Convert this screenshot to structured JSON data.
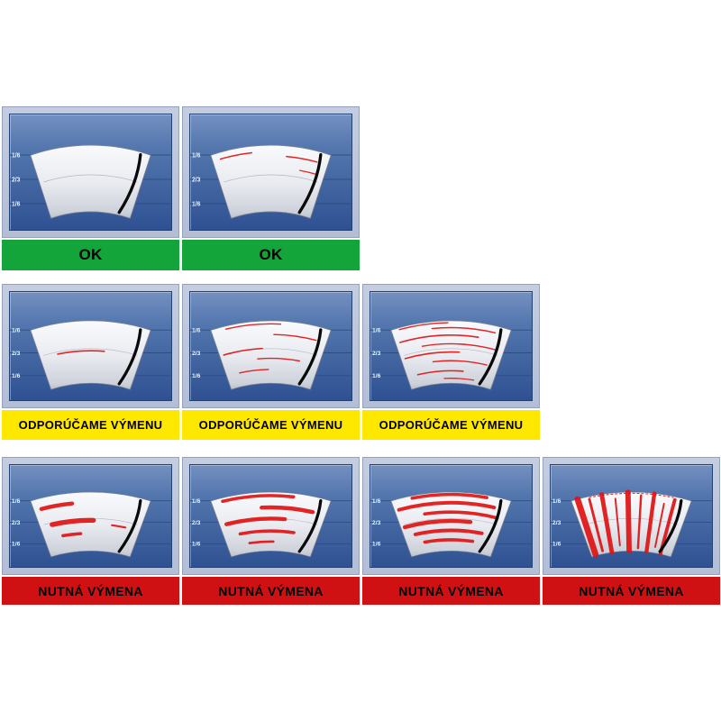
{
  "tick_labels": [
    "1/6",
    "2/3",
    "1/6"
  ],
  "colors": {
    "frame_blue": "#b9c3dc",
    "panel_blue_top": "#7590c2",
    "panel_blue_bottom": "#2f5192",
    "grid_line_blue": "#2a4c82",
    "streak_red": "#e01212",
    "blade_black": "#0a0a0a",
    "ok_green": "#14a53a",
    "warn_yellow": "#ffe800",
    "alert_red": "#d01114"
  },
  "grid": {
    "rows": [
      {
        "id": "ok",
        "label": "OK",
        "label_bg": "#14a53a",
        "label_color": "#000000",
        "cells": [
          {
            "severity": 0,
            "streaks": []
          },
          {
            "severity": 1,
            "streaks": [
              {
                "t": "arc",
                "r": 0.9,
                "a0": -16,
                "a1": -6,
                "w": 1.5
              },
              {
                "t": "arc",
                "r": 0.84,
                "a0": 5,
                "a1": 15,
                "w": 1.5
              },
              {
                "t": "arc",
                "r": 0.66,
                "a0": 10,
                "a1": 16,
                "w": 1.3
              }
            ]
          }
        ]
      },
      {
        "id": "recommend",
        "label": "ODPORÚČAME VÝMENU",
        "label_bg": "#ffe800",
        "label_color": "#000000",
        "cells": [
          {
            "severity": 2,
            "streaks": [
              {
                "t": "arc",
                "r": 0.52,
                "a0": -12,
                "a1": 5,
                "w": 1.7
              }
            ]
          },
          {
            "severity": 3,
            "streaks": [
              {
                "t": "arc",
                "r": 0.95,
                "a0": -14,
                "a1": 3,
                "w": 1.5
              },
              {
                "t": "arc",
                "r": 0.78,
                "a0": 1,
                "a1": 15,
                "w": 1.5
              },
              {
                "t": "arc",
                "r": 0.56,
                "a0": -17,
                "a1": -3,
                "w": 1.7
              },
              {
                "t": "arc",
                "r": 0.4,
                "a0": -5,
                "a1": 11,
                "w": 1.5
              },
              {
                "t": "arc",
                "r": 0.22,
                "a0": -13,
                "a1": -1,
                "w": 1.5
              }
            ]
          },
          {
            "severity": 4,
            "streaks": [
              {
                "t": "arc",
                "r": 0.97,
                "a0": -16,
                "a1": -1,
                "w": 1.5
              },
              {
                "t": "arc",
                "r": 0.89,
                "a0": -6,
                "a1": 14,
                "w": 1.5
              },
              {
                "t": "arc",
                "r": 0.77,
                "a0": -17,
                "a1": 9,
                "w": 1.7
              },
              {
                "t": "arc",
                "r": 0.63,
                "a0": -10,
                "a1": 16,
                "w": 1.5
              },
              {
                "t": "arc",
                "r": 0.5,
                "a0": -17,
                "a1": 3,
                "w": 1.7
              },
              {
                "t": "arc",
                "r": 0.36,
                "a0": -7,
                "a1": 14,
                "w": 1.5
              },
              {
                "t": "arc",
                "r": 0.2,
                "a0": -14,
                "a1": 5,
                "w": 1.7
              },
              {
                "t": "arc",
                "r": 0.08,
                "a0": -3,
                "a1": 10,
                "w": 1.4
              }
            ]
          }
        ]
      },
      {
        "id": "required",
        "label": "NUTNÁ VÝMENA",
        "label_bg": "#d01114",
        "label_color": "#000000",
        "cells": [
          {
            "severity": 5,
            "streaks": [
              {
                "t": "arc",
                "r": 0.82,
                "a0": -16,
                "a1": -6,
                "w": 5
              },
              {
                "t": "arc",
                "r": 0.52,
                "a0": -14,
                "a1": 1,
                "w": 6
              },
              {
                "t": "arc",
                "r": 0.3,
                "a0": -11,
                "a1": -4,
                "w": 4
              },
              {
                "t": "arc",
                "r": 0.46,
                "a0": 8,
                "a1": 13,
                "w": 2.5
              }
            ]
          },
          {
            "severity": 6,
            "streaks": [
              {
                "t": "arc",
                "r": 0.94,
                "a0": -15,
                "a1": 7,
                "w": 4
              },
              {
                "t": "arc",
                "r": 0.74,
                "a0": -3,
                "a1": 14,
                "w": 5
              },
              {
                "t": "arc",
                "r": 0.55,
                "a0": -16,
                "a1": 5,
                "w": 5
              },
              {
                "t": "arc",
                "r": 0.34,
                "a0": -12,
                "a1": 9,
                "w": 4
              },
              {
                "t": "arc",
                "r": 0.16,
                "a0": -9,
                "a1": 1,
                "w": 3
              }
            ]
          },
          {
            "severity": 7,
            "streaks": [
              {
                "t": "arc",
                "r": 0.96,
                "a0": -12,
                "a1": 11,
                "w": 4
              },
              {
                "t": "arc",
                "r": 0.82,
                "a0": -17,
                "a1": 14,
                "w": 4.5
              },
              {
                "t": "arc",
                "r": 0.66,
                "a0": -9,
                "a1": 16,
                "w": 4
              },
              {
                "t": "arc",
                "r": 0.51,
                "a0": -17,
                "a1": 7,
                "w": 5
              },
              {
                "t": "arc",
                "r": 0.35,
                "a0": -14,
                "a1": 12,
                "w": 4.5
              },
              {
                "t": "arc",
                "r": 0.19,
                "a0": -11,
                "a1": 9,
                "w": 4
              }
            ]
          },
          {
            "severity": 8,
            "streaks": [
              {
                "t": "dash",
                "r": 0.98,
                "a0": -13,
                "a1": 13,
                "w": 1.2
              },
              {
                "t": "ray",
                "a": -16.5,
                "r0": 0.02,
                "r1": 1.0,
                "w": 7
              },
              {
                "t": "ray",
                "a": -13,
                "r0": 0.05,
                "r1": 0.95,
                "w": 3
              },
              {
                "t": "ray",
                "a": -9,
                "r0": 0.0,
                "r1": 1.0,
                "w": 5
              },
              {
                "t": "ray",
                "a": -5,
                "r0": 0.1,
                "r1": 0.9,
                "w": 2
              },
              {
                "t": "ray",
                "a": -1,
                "r0": 0.0,
                "r1": 1.0,
                "w": 6
              },
              {
                "t": "ray",
                "a": 3,
                "r0": 0.05,
                "r1": 0.95,
                "w": 2.5
              },
              {
                "t": "ray",
                "a": 7,
                "r0": 0.0,
                "r1": 1.0,
                "w": 4.5
              },
              {
                "t": "ray",
                "a": 10.5,
                "r0": 0.1,
                "r1": 0.85,
                "w": 2
              },
              {
                "t": "ray",
                "a": 13.5,
                "r0": 0.0,
                "r1": 0.95,
                "w": 4
              }
            ]
          }
        ]
      }
    ]
  }
}
